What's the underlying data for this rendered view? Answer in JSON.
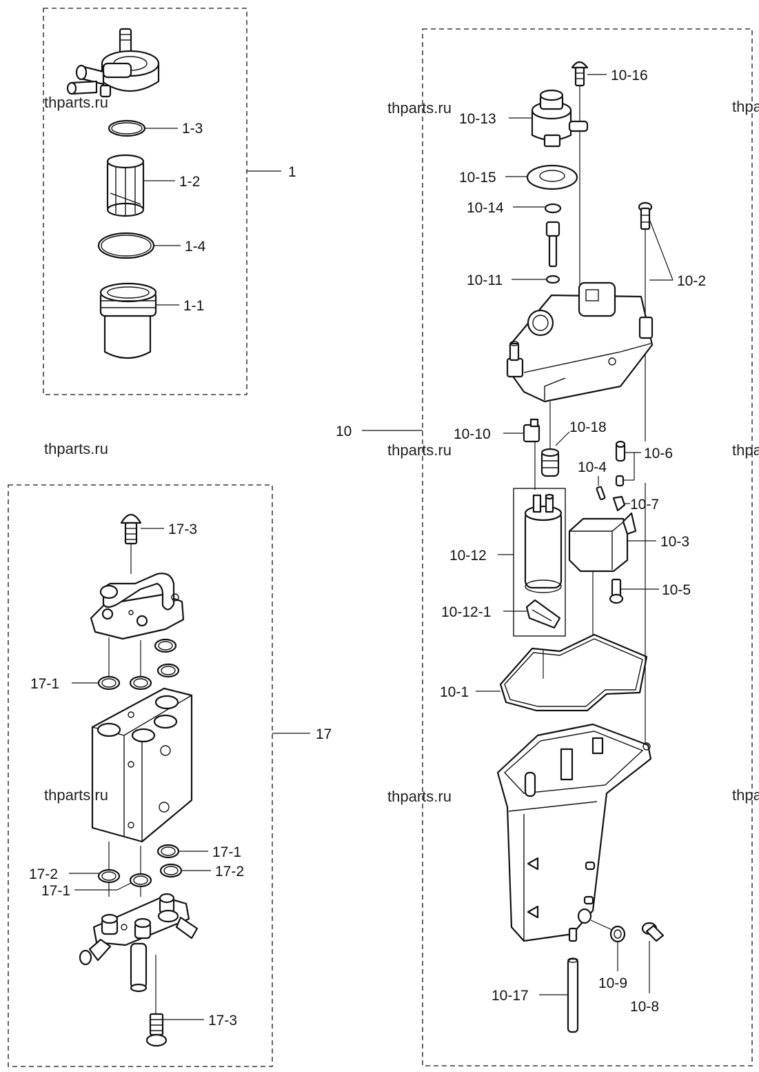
{
  "watermark": "thparts.ru",
  "groups": [
    {
      "id": "1",
      "label": "1"
    },
    {
      "id": "10",
      "label": "10"
    },
    {
      "id": "17",
      "label": "17"
    }
  ],
  "callouts": {
    "c1_1": "1-1",
    "c1_2": "1-2",
    "c1_3": "1-3",
    "c1_4": "1-4",
    "c10_1": "10-1",
    "c10_2": "10-2",
    "c10_3": "10-3",
    "c10_4": "10-4",
    "c10_5": "10-5",
    "c10_6": "10-6",
    "c10_7": "10-7",
    "c10_8": "10-8",
    "c10_9": "10-9",
    "c10_10": "10-10",
    "c10_11": "10-11",
    "c10_12": "10-12",
    "c10_12_1": "10-12-1",
    "c10_13": "10-13",
    "c10_14": "10-14",
    "c10_15": "10-15",
    "c10_16": "10-16",
    "c10_17": "10-17",
    "c10_18": "10-18",
    "c17_1a": "17-1",
    "c17_1b": "17-1",
    "c17_1c": "17-1",
    "c17_2a": "17-2",
    "c17_2b": "17-2",
    "c17_3a": "17-3",
    "c17_3b": "17-3"
  }
}
